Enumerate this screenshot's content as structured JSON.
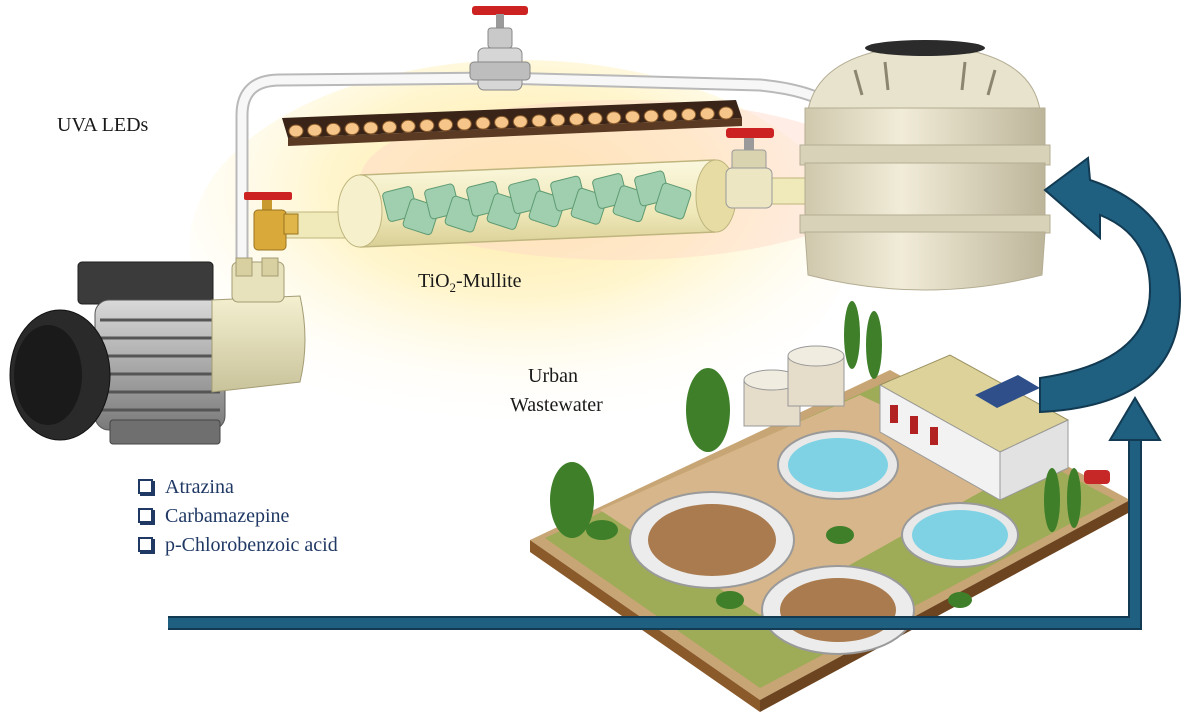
{
  "labels": {
    "uva_leds": "UVA LEDs",
    "tio2_main": "TiO",
    "tio2_sub": "2",
    "tio2_rest": "-Mullite",
    "urban_line1": "Urban",
    "urban_line2": "Wastewater"
  },
  "pollutants": [
    "Atrazina",
    "Carbamazepine",
    "p-Chlorobenzoic acid"
  ],
  "colors": {
    "arrow": "#1f5f7f",
    "arrow_edge": "#123a52",
    "pipe": "#f4f4f4",
    "glow": "#fff4a0",
    "reactor": "#f3efc9",
    "catalyst": "#9fcfae",
    "valve": "#cc2222",
    "tank": "#e7e1c9",
    "grass": "#6da33a",
    "ground": "#c8a574",
    "water": "#7fd2e4",
    "list_text": "#1f3864"
  }
}
